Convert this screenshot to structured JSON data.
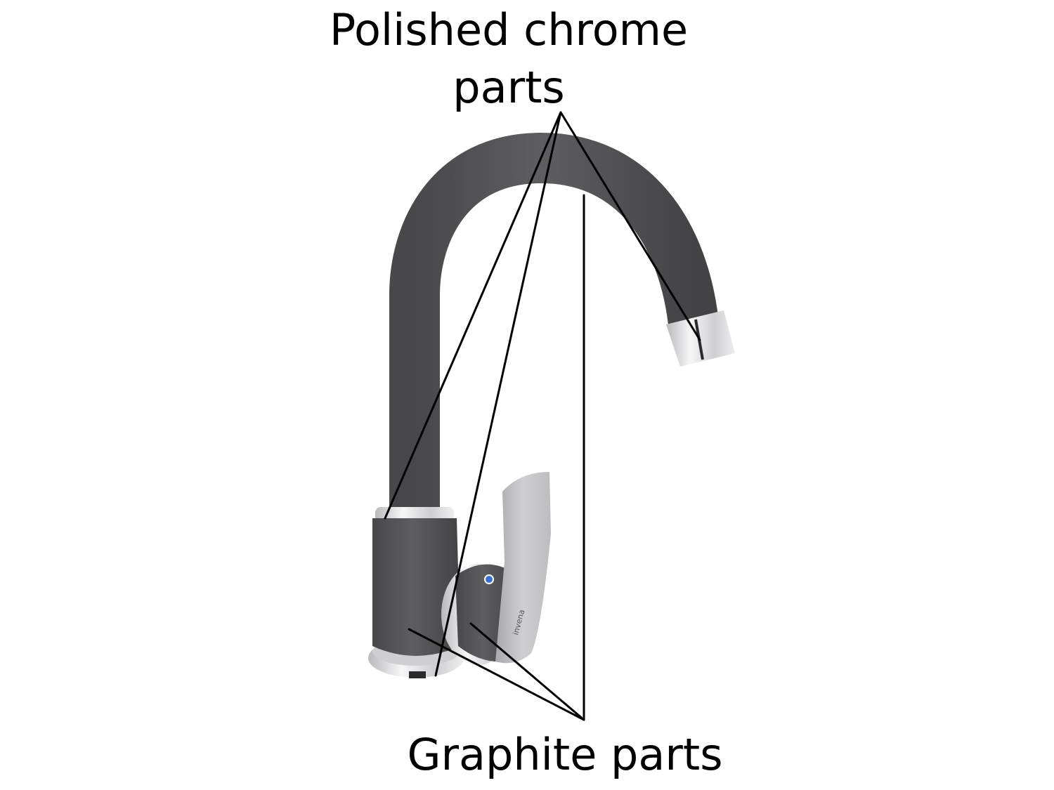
{
  "labels": {
    "chrome_line1": "Polished chrome",
    "chrome_line2": "parts",
    "graphite": "Graphite parts"
  },
  "brand_mark": "invena",
  "colors": {
    "graphite": "#5a5a5c",
    "graphite_dark": "#3e3e40",
    "chrome": "#d8d8da",
    "chrome_light": "#f4f4f5",
    "leader": "#000000",
    "background": "#ffffff"
  }
}
